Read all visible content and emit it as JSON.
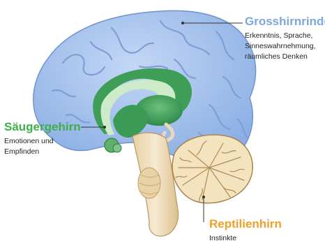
{
  "regions": {
    "cortex": {
      "title": "Grosshirnrinde",
      "lines": [
        "Erkenntnis, Sprache,",
        "Sinneswahrnehmung,",
        "räumliches Denken"
      ],
      "color": "#7ea6df"
    },
    "mammal": {
      "title": "Säugergehirn",
      "lines": [
        "Emotionen und",
        "Empfinden"
      ],
      "color": "#3fae4a"
    },
    "reptile": {
      "title": "Reptilienhirn",
      "lines": [
        "Instinkte"
      ],
      "color": "#f0a02a"
    }
  },
  "palette": {
    "cortex_fill": "#a9c3ee",
    "cortex_fold": "#7e9fd6",
    "limbic_fill": "#3f9c5a",
    "limbic_light": "#cdeac9",
    "stem_fill": "#f1e1c4",
    "stem_shade": "#d8bf93",
    "cerebellum_fill": "#f4e3bf",
    "cerebellum_line": "#a8834a",
    "leader_line": "#333333"
  }
}
